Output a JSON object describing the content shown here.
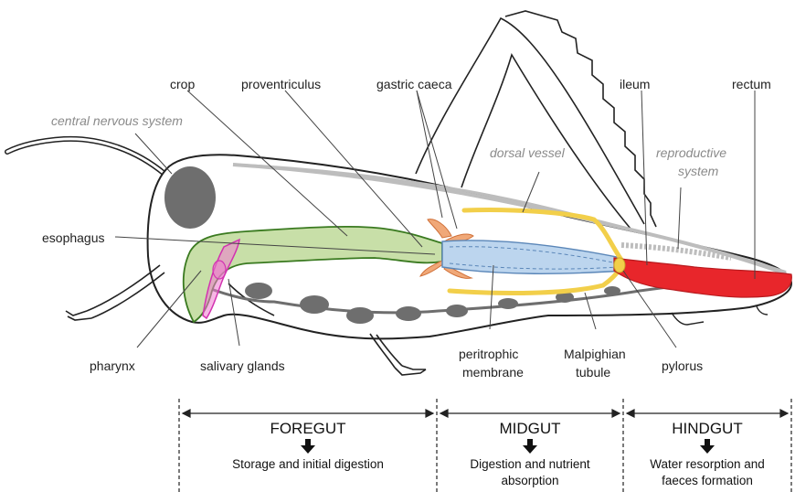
{
  "labels": {
    "crop": "crop",
    "proventriculus": "proventriculus",
    "gastric_caeca": "gastric caeca",
    "ileum": "ileum",
    "rectum": "rectum",
    "central_nervous_system": "central nervous system",
    "dorsal_vessel": "dorsal vessel",
    "reproductive_system_1": "reproductive",
    "reproductive_system_2": "system",
    "esophagus": "esophagus",
    "pharynx": "pharynx",
    "salivary_glands": "salivary glands",
    "peritrophic_membrane_1": "peritrophic",
    "peritrophic_membrane_2": "membrane",
    "malpighian_tubule_1": "Malpighian",
    "malpighian_tubule_2": "tubule",
    "pylorus": "pylorus"
  },
  "sections": [
    {
      "title": "FOREGUT",
      "desc_1": "Storage and initial digestion",
      "desc_2": ""
    },
    {
      "title": "MIDGUT",
      "desc_1": "Digestion and nutrient",
      "desc_2": "absorption"
    },
    {
      "title": "HINDGUT",
      "desc_1": "Water resorption and",
      "desc_2": "faeces formation"
    }
  ],
  "colors": {
    "foregut": "#c8dfa8",
    "midgut": "#bcd5ee",
    "hindgut": "#e8262b",
    "malpighian": "#f2cf4a",
    "caeca": "#f0a878",
    "salivary": "#f07ad0",
    "ganglia": "#6e6e6e"
  }
}
